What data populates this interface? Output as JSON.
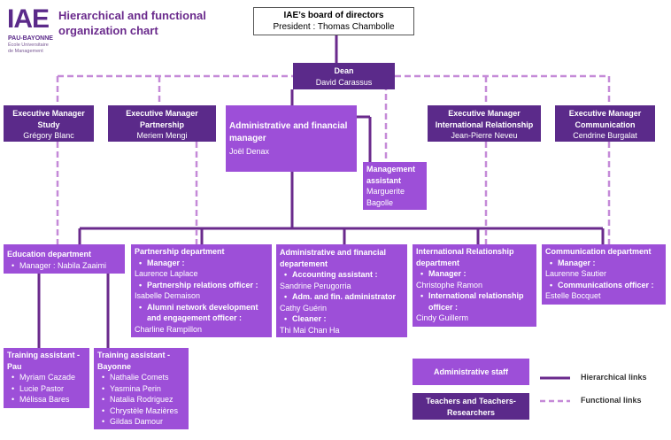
{
  "logo": {
    "mark": "IAE",
    "line1": "PAU-BAYONNE",
    "line2": "École Universitaire",
    "line3": "de Management"
  },
  "page_title": {
    "line1": "Hierarchical and functional",
    "line2": "organization chart"
  },
  "board": {
    "title": "IAE’s board of directors",
    "subtitle": "President : Thomas Chambolle"
  },
  "dean": {
    "title": "Dean",
    "name": "David Carassus"
  },
  "managers": [
    {
      "title1": "Executive Manager",
      "title2": "Study",
      "name": "Grégory Blanc"
    },
    {
      "title1": "Executive Manager",
      "title2": "Partnership",
      "name": "Meriem Mengi"
    },
    {
      "title1": "Executive Manager",
      "title2": "International Relationship",
      "name": "Jean-Pierre Neveu"
    },
    {
      "title1": "Executive Manager",
      "title2": "Communication",
      "name": "Cendrine Burgalat"
    }
  ],
  "admin_manager": {
    "title": "Administrative and financial manager",
    "name": "Joël Denax"
  },
  "mgmt_assistant": {
    "title": "Management assistant",
    "name": "Marguerite Bagolle"
  },
  "departments": {
    "education": {
      "title": "Education department",
      "manager_label": "Manager : Nabila Zaaimi"
    },
    "partnership": {
      "title": "Partnership department",
      "r1_label": "Manager :",
      "r1_name": "Laurence Laplace",
      "r2_label": "Partnership relations officer :",
      "r2_name": "Isabelle Demaison",
      "r3_label": "Alumni network development and engagement officer :",
      "r3_name": "Charline Rampillon"
    },
    "admin_fin": {
      "title": "Administrative and financial departement",
      "r1_label": "Accounting assistant :",
      "r1_name": "Sandrine Perugorria",
      "r2_label": "Adm. and fin. administrator",
      "r2_name": "Cathy Guérin",
      "r3_label": "Cleaner :",
      "r3_name": "Thi Mai Chan Ha"
    },
    "international": {
      "title": "International Relationship department",
      "r1_label": "Manager :",
      "r1_name": "Christophe Ramon",
      "r2_label": "International relationship officer :",
      "r2_name": "Cindy Guillerm"
    },
    "communication": {
      "title": "Communication department",
      "r1_label": "Manager :",
      "r1_name": "Laurenne Sautier",
      "r2_label": "Communications officer :",
      "r2_name": "Estelle Bocquet"
    }
  },
  "training_pau": {
    "title": "Training assistant - Pau",
    "people": [
      "Myriam Cazade",
      "Lucie Pastor",
      "Mélissa Bares"
    ]
  },
  "training_bayonne": {
    "title": "Training assistant - Bayonne",
    "people": [
      "Nathalie Comets",
      "Yasmina Perin",
      "Natalia Rodriguez",
      "Chrystèle Mazières",
      "Gildas Damour"
    ]
  },
  "legend": {
    "admin_staff": "Administrative staff",
    "teachers": "Teachers and Teachers-Researchers",
    "hierarchical": "Hierarchical links",
    "functional": "Functional links"
  },
  "colors": {
    "dark_purple": "#5b2a8a",
    "light_purple": "#9d4fd8",
    "hierarchical_line": "#6a2a8c",
    "functional_line": "#c58ad8",
    "title_text": "#6a2a8c"
  }
}
